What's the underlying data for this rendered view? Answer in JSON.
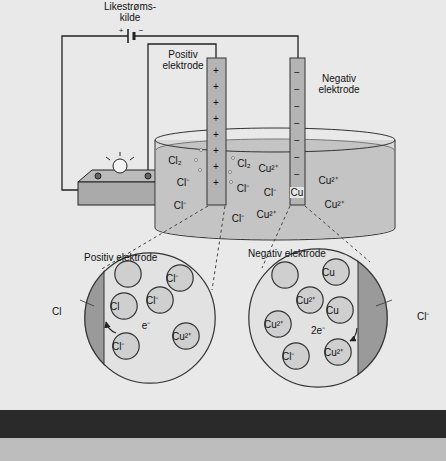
{
  "diagram": {
    "nodes": [
      {
        "text": [
          "Positiv elektrode"
        ]
      },
      {
        "text": [
          "Cl"
        ],
        "in": 0
      },
      {
        "text": [
          "Cl⁻"
        ],
        "in": 0
      },
      {
        "text": [
          "Cl"
        ],
        "in": 0
      },
      {
        "text": [
          "Cl⁻"
        ],
        "in": 0
      },
      {
        "text": [
          "Cl⁻"
        ],
        "in": 0
      },
      {
        "text": [
          "Cu²⁺"
        ],
        "in": 0
      },
      {
        "text": [
          "Negativ elektrode"
        ]
      },
      {
        "text": [
          "Cl⁻"
        ],
        "in": 7
      },
      {
        "text": [
          "Cu"
        ],
        "in": 7
      },
      {
        "text": [
          "Cu²⁺"
        ],
        "in": 7
      },
      {
        "text": [
          "Cu²⁺"
        ],
        "in": 7
      },
      {
        "text": [
          "Cu"
        ],
        "in": 7
      },
      {
        "text": [
          "Cl⁻"
        ],
        "in": 7
      },
      {
        "text": [
          "Cu²⁺"
        ],
        "in": 7
      }
    ],
    "labels": [
      "Likestrøms- kilde",
      "+",
      "−",
      "Positiv elektrode",
      "Negativ elektrode",
      "+",
      "+",
      "+",
      "+",
      "+",
      "+",
      "+",
      "+",
      "−",
      "−",
      "−",
      "−",
      "−",
      "−",
      "−",
      "Cl₂",
      "Cl₂",
      "Cu²⁺",
      "Cl⁻",
      "Cl⁻",
      "Cl⁻",
      "Cl⁻",
      "Cl⁻",
      "Cu",
      "Cu²⁺",
      "Cu²⁺",
      "Cu²⁺",
      "e⁻",
      "2e⁻"
    ]
  }
}
